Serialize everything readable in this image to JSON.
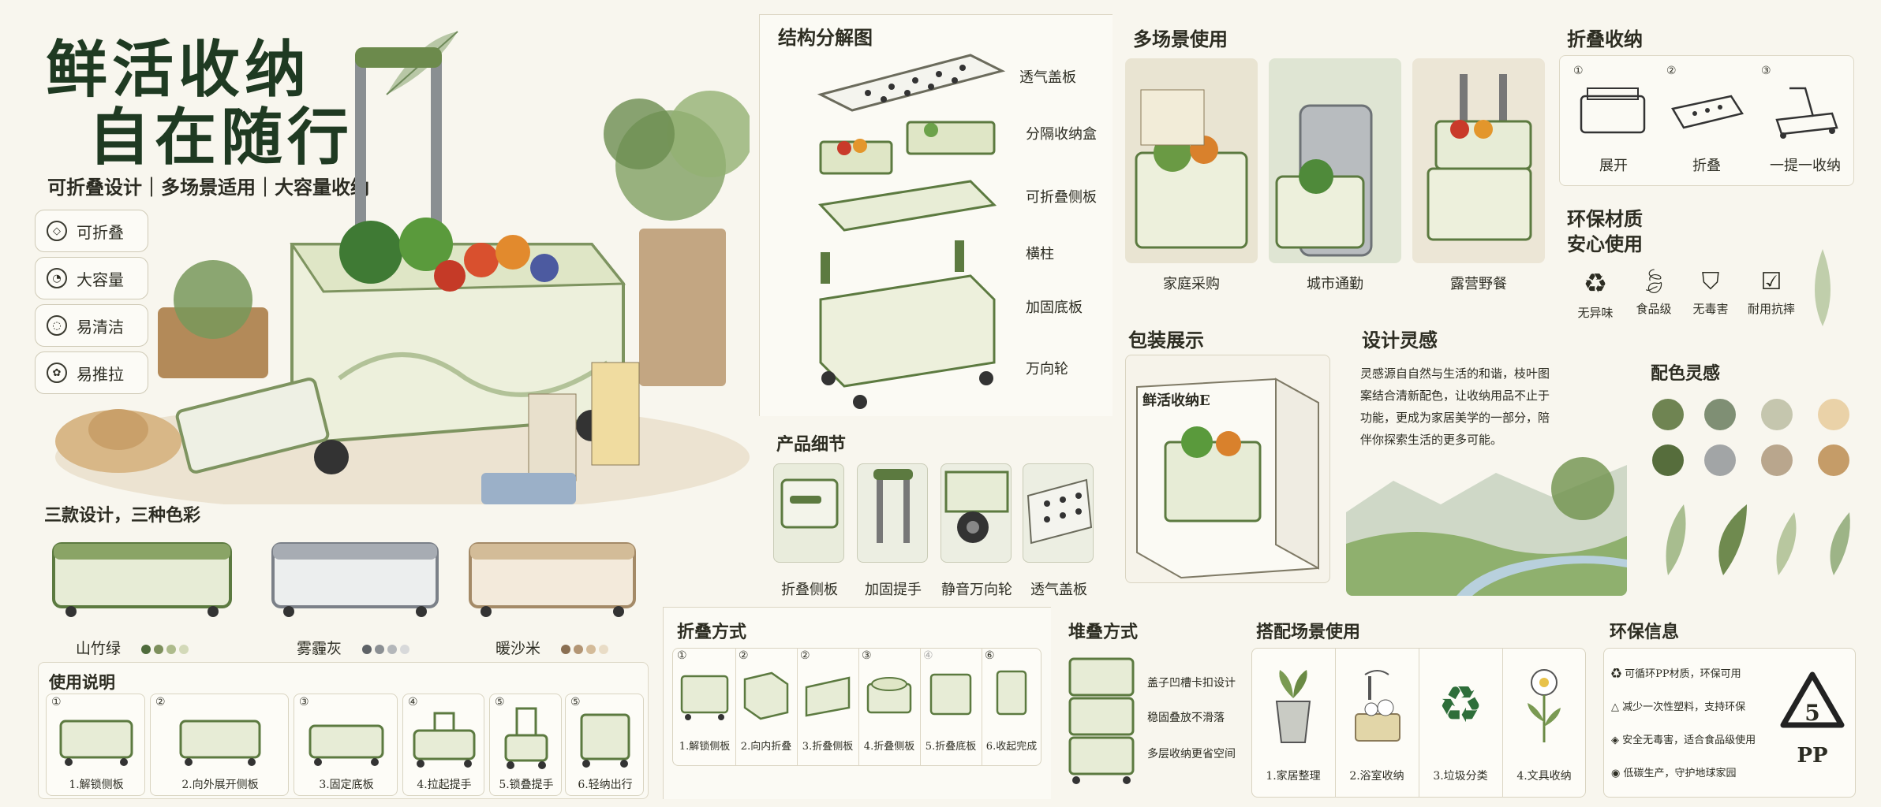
{
  "hero": {
    "title_line1": "鲜活收纳",
    "title_line2": "自在随行",
    "subtitle": "可折叠设计｜多场景适用｜大容量收纳",
    "features": [
      {
        "label": "可折叠",
        "icon": "fold-icon"
      },
      {
        "label": "大容量",
        "icon": "capacity-icon"
      },
      {
        "label": "易清洁",
        "icon": "clean-icon"
      },
      {
        "label": "易推拉",
        "icon": "pull-icon"
      }
    ]
  },
  "variants": {
    "title": "三款设计，三种色彩",
    "items": [
      {
        "name": "山竹绿",
        "colors": [
          "#4f6b3c",
          "#7d8f5c",
          "#aebb8c",
          "#d3d9b8"
        ]
      },
      {
        "name": "雾霾灰",
        "colors": [
          "#5e6266",
          "#8b8f93",
          "#b4b7ba",
          "#d8d9da"
        ]
      },
      {
        "name": "暖沙米",
        "colors": [
          "#8a6f52",
          "#b39574",
          "#d4bb99",
          "#e9dcc6"
        ]
      }
    ]
  },
  "usage": {
    "title": "使用说明",
    "steps": [
      {
        "num": "①",
        "label": "1.解锁侧板"
      },
      {
        "num": "②",
        "label": "2.向外展开侧板"
      },
      {
        "num": "③",
        "label": "3.固定底板"
      },
      {
        "num": "④",
        "label": "4.拉起提手"
      },
      {
        "num": "⑤",
        "label": "5.锁叠提手"
      },
      {
        "num": "⑤",
        "label": "6.轻纳出行"
      }
    ]
  },
  "exploded": {
    "title": "结构分解图",
    "parts": [
      "透气盖板",
      "分隔收纳盒",
      "可折叠侧板",
      "横柱",
      "加固底板",
      "万向轮"
    ]
  },
  "details": {
    "title": "产品细节",
    "items": [
      "折叠侧板",
      "加固提手",
      "静音万向轮",
      "透气盖板"
    ]
  },
  "scenes": {
    "title": "多场景使用",
    "items": [
      "家庭采购",
      "城市通勤",
      "露营野餐"
    ]
  },
  "fold_storage": {
    "title": "折叠收纳",
    "steps": [
      {
        "num": "①",
        "label": "展开"
      },
      {
        "num": "②",
        "label": "折叠"
      },
      {
        "num": "③",
        "label": "一提一收纳"
      }
    ]
  },
  "material": {
    "title_line1": "环保材质",
    "title_line2": "安心使用",
    "items": [
      {
        "label": "无异味",
        "icon": "recycle-icon"
      },
      {
        "label": "食品级",
        "icon": "leaf-icon"
      },
      {
        "label": "无毒害",
        "icon": "shield-star-icon"
      },
      {
        "label": "耐用抗摔",
        "icon": "box-check-icon"
      }
    ]
  },
  "packaging": {
    "title": "包装展示",
    "box_text": "鲜活收纳E"
  },
  "inspiration": {
    "title": "设计灵感",
    "text": "灵感源自自然与生活的和谐，枝叶图案结合清新配色，让收纳用品不止于功能，更成为家居美学的一部分，陪伴你探索生活的更多可能。"
  },
  "palette": {
    "title": "配色灵感",
    "colors": [
      "#6f8452",
      "#7f8f74",
      "#c5c6ae",
      "#ead2a8",
      "#566d3c",
      "#a2a5a6",
      "#b9a68d",
      "#c59c68"
    ]
  },
  "fold_method": {
    "title": "折叠方式",
    "steps": [
      {
        "num": "①",
        "label": "1.解锁侧板"
      },
      {
        "num": "②",
        "label": "2.向内折叠"
      },
      {
        "num": "②",
        "label": "3.折叠侧板"
      },
      {
        "num": "③",
        "label": "4.折叠侧板"
      },
      {
        "num": "④",
        "label": "5.折叠底板"
      },
      {
        "num": "⑥",
        "label": "6.收起完成"
      }
    ]
  },
  "stacking": {
    "title": "堆叠方式",
    "lines": [
      "盖子凹槽卡扣设计",
      "稳固叠放不滑落",
      "多层收纳更省空间"
    ]
  },
  "matching": {
    "title": "搭配场景使用",
    "items": [
      {
        "label": "1.家居整理",
        "icon": "plant-pot-icon"
      },
      {
        "label": "2.浴室收纳",
        "icon": "bath-basket-icon"
      },
      {
        "label": "3.垃圾分类",
        "icon": "recycle-icon"
      },
      {
        "label": "4.文具收纳",
        "icon": "flower-icon"
      }
    ]
  },
  "eco_info": {
    "title": "环保信息",
    "lines": [
      "可循环PP材质，环保可用",
      "减少一次性塑料，支持环保",
      "安全无毒害，适合食品级使用",
      "低碳生产，守护地球家园"
    ],
    "recycle_number": "5",
    "recycle_code": "PP"
  }
}
